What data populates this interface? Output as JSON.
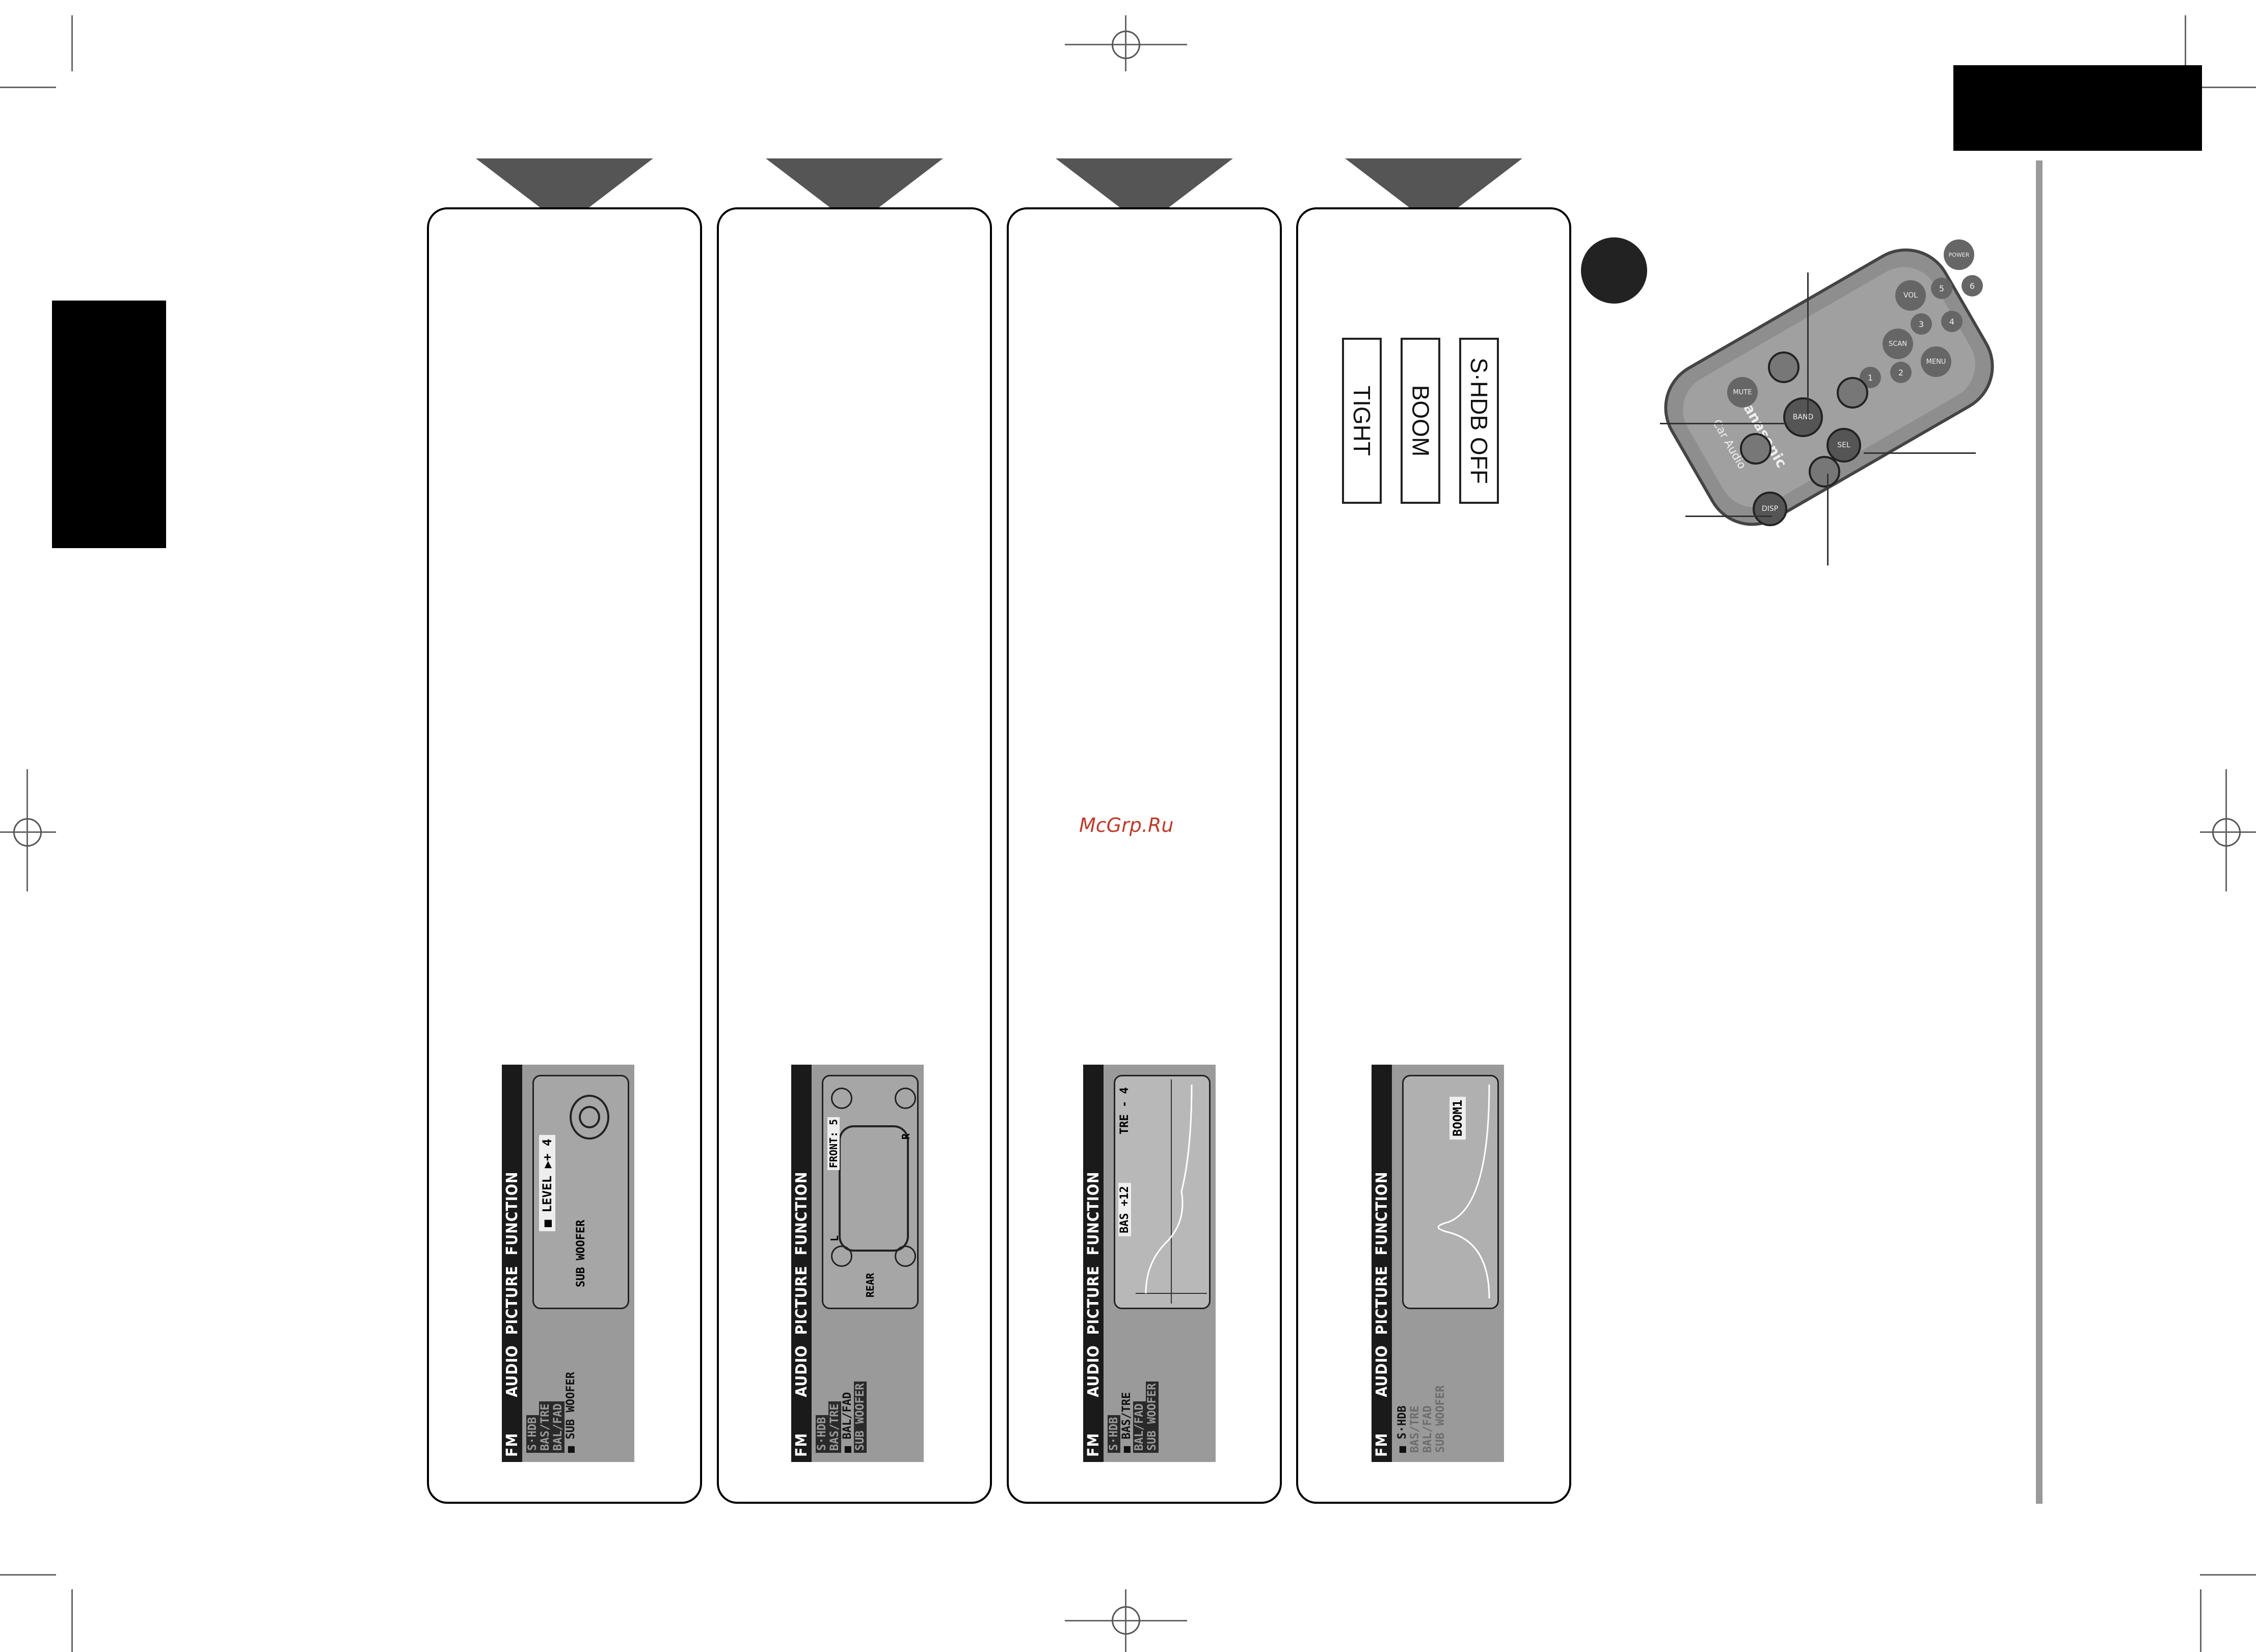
{
  "watermark": "McGrp.Ru",
  "lcd": {
    "tabs": [
      "FM",
      "AUDIO",
      "PICTURE",
      "FUNCTION"
    ],
    "menu_items": [
      "S·HDB",
      "BAS/TRE",
      "BAL/FAD",
      "SUB WOOFER"
    ]
  },
  "screens": [
    {
      "selected": "SUB WOOFER",
      "level_label": "■ LEVEL ▶+ 4",
      "caption": "SUB WOOFER"
    },
    {
      "selected": "BAL/FAD",
      "front_label": "FRONT: 5",
      "rear_label": "REAR",
      "left_label": "L",
      "right_label": "R"
    },
    {
      "selected": "BAS/TRE",
      "bass_label": "BAS +12",
      "treble_label": "TRE - 4"
    },
    {
      "selected": "S·HDB",
      "mode_label": "BOOM1"
    }
  ],
  "shdb_modes": [
    "S·HDB OFF",
    "BOOM",
    "TIGHT"
  ],
  "remote": {
    "brand": "Panasonic",
    "model": "Car Audio",
    "buttons": [
      "POWER",
      "VOL",
      "SCAN",
      "MENU",
      "BAND",
      "SEL",
      "DISP",
      "MUTE",
      "1",
      "2",
      "3",
      "4",
      "5",
      "6"
    ]
  }
}
